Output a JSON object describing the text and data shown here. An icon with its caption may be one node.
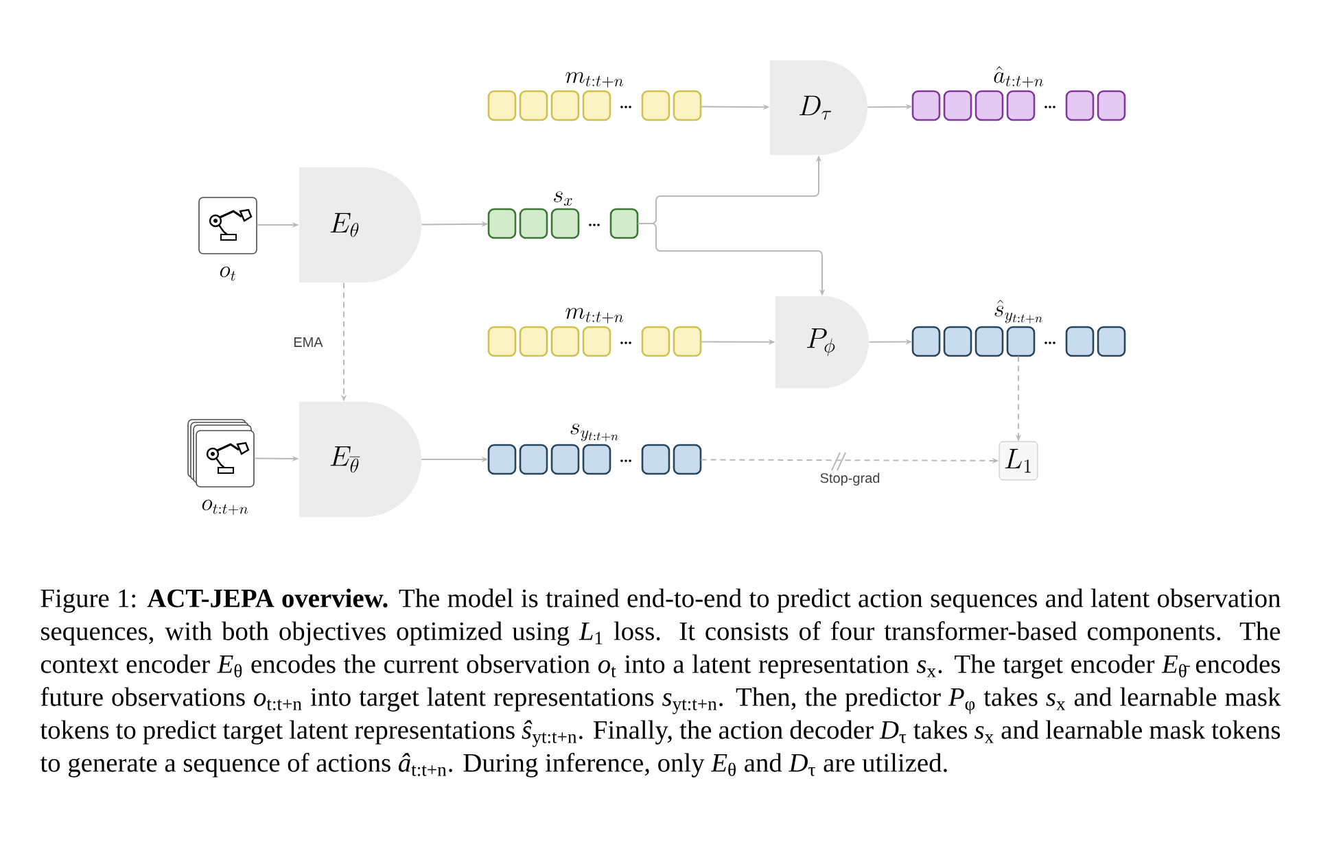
{
  "diagram": {
    "caption": "Figure 1: **ACT-JEPA overview.** The model is trained end-to-end to predict action sequences and latent observation sequences, with both objectives optimized using *L*$_{1}$ loss. It consists of four transformer-based components. The context encoder *E*$_{θ}$ encodes the current observation *o*$_{t}$ into a latent representation *s*$_{x}$. The target encoder *E*$_{θ̄}$ encodes future observations *o*$_{t:t+n}$ into target latent representations *s*$_{yt:t+n}$. Then, the predictor *P*$_{φ}$ takes *s*$_{x}$ and learnable mask tokens to predict target latent representations *ŝ*$_{yt:t+n}$. Finally, the action decoder *D*$_{τ}$ takes *s*$_{x}$ and learnable mask tokens to generate a sequence of actions *â*$_{t:t+n}$. During inference, only *E*$_{θ}$ and *D*$_{τ}$ are utilized.",
    "nodes": [
      {
        "text": [
          "o_t"
        ]
      },
      {
        "text": [
          "E_\\theta"
        ]
      },
      {
        "text": [
          "m_{t:t+n}"
        ]
      },
      {
        "text": [
          "D_\\tau"
        ]
      },
      {
        "text": [
          "\\hat{a}_{t:t+n}"
        ]
      },
      {
        "text": [
          "s_x"
        ]
      },
      {
        "text": [
          "m_{t:t+n}"
        ]
      },
      {
        "text": [
          "P_\\phi"
        ]
      },
      {
        "text": [
          "\\hat{s}_{y_{t:t+n}}"
        ]
      },
      {
        "text": [
          "o_{t:t+n}"
        ]
      },
      {
        "text": [
          "E_{\\overline{\\theta}}"
        ]
      },
      {
        "text": [
          "s_{y_{t:t+n}}"
        ]
      },
      {
        "text": [
          "L_1"
        ]
      }
    ],
    "edges": [
      {
        "from": 0,
        "to": 1,
        "arrow": "to"
      },
      {
        "from": 1,
        "to": 5,
        "arrow": "to"
      },
      {
        "from": 2,
        "to": 3,
        "arrow": "to"
      },
      {
        "from": 3,
        "to": 4,
        "arrow": "to"
      },
      {
        "from": 5,
        "to": 3,
        "arrow": "to"
      },
      {
        "from": 5,
        "to": 7,
        "arrow": "to"
      },
      {
        "from": 6,
        "to": 7,
        "arrow": "to"
      },
      {
        "from": 7,
        "to": 8,
        "arrow": "to"
      },
      {
        "from": 1,
        "to": 10,
        "arrow": "to",
        "style": "dashed",
        "label": "EMA"
      },
      {
        "from": 9,
        "to": 10,
        "arrow": "to"
      },
      {
        "from": 10,
        "to": 11,
        "arrow": "to"
      },
      {
        "from": 11,
        "to": 12,
        "arrow": "to",
        "style": "dashed",
        "label": "Stop-grad"
      },
      {
        "from": 8,
        "to": 12,
        "arrow": "to",
        "style": "dashed"
      }
    ]
  }
}
